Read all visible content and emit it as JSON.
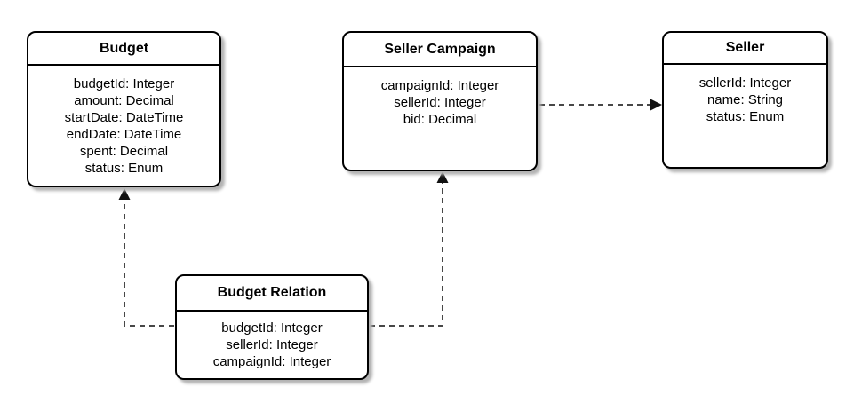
{
  "diagram": {
    "type": "entity-relationship",
    "background_color": "#ffffff",
    "colors": {
      "entity_border": "#000000",
      "entity_fill": "#ffffff",
      "entity_shadow": "#b3b3b3",
      "connector": "#474747",
      "arrowhead": "#111111",
      "text": "#000000"
    },
    "entities": [
      {
        "id": "budget",
        "title": "Budget",
        "fields": [
          "budgetId: Integer",
          "amount: Decimal",
          "startDate: DateTime",
          "endDate: DateTime",
          "spent: Decimal",
          "status: Enum"
        ]
      },
      {
        "id": "seller-campaign",
        "title": "Seller Campaign",
        "fields": [
          "campaignId: Integer",
          "sellerId: Integer",
          "bid: Decimal"
        ]
      },
      {
        "id": "seller",
        "title": "Seller",
        "fields": [
          "sellerId: Integer",
          "name: String",
          "status: Enum"
        ]
      },
      {
        "id": "budget-relation",
        "title": "Budget Relation",
        "fields": [
          "budgetId: Integer",
          "sellerId: Integer",
          "campaignId: Integer"
        ]
      }
    ],
    "relations": [
      {
        "from": "Seller Campaign",
        "to": "Seller",
        "style": "dashed-arrow"
      },
      {
        "from": "Budget Relation",
        "to": "Budget",
        "style": "dashed-arrow"
      },
      {
        "from": "Budget Relation",
        "to": "Seller Campaign",
        "style": "dashed-arrow"
      }
    ]
  }
}
